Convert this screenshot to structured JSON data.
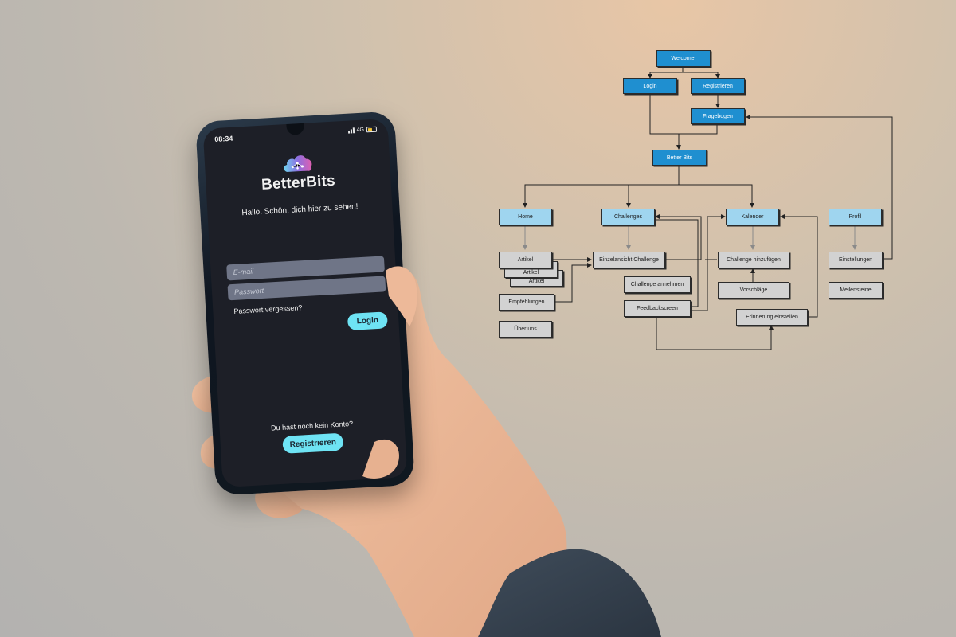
{
  "phone": {
    "status_time": "08:34",
    "network": "4G",
    "brand_name": "BetterBits",
    "greeting": "Hallo! Schön, dich hier zu sehen!",
    "email_placeholder": "E-mail",
    "password_placeholder": "Passwort",
    "forgot_password": "Passwort vergessen?",
    "login_label": "Login",
    "no_account": "Du hast noch kein Konto?",
    "register_label": "Registrieren"
  },
  "flowchart": {
    "welcome": "Welcome!",
    "login": "Login",
    "registrieren": "Registrieren",
    "fragebogen": "Fragebogen",
    "better_bits": "Better Bits",
    "home": "Home",
    "challenges": "Challenges",
    "kalender": "Kalender",
    "profil": "Profil",
    "artikel": "Artikel",
    "artikel_2": "Artikel",
    "artikel_3": "Artikel",
    "empfehlungen": "Empfehlungen",
    "ueber_uns": "Über uns",
    "einzelansicht": "Einzelansicht Challenge",
    "challenge_annehmen": "Challenge annehmen",
    "feedbackscreen": "Feedbackscreen",
    "challenge_hinzufuegen": "Challenge hinzufügen",
    "vorschlaege": "Vorschläge",
    "erinnerung": "Erinnerung einstellen",
    "einstellungen": "Einstellungen",
    "meilensteine": "Meilensteine"
  },
  "colors": {
    "node_dark": "#1f8fd0",
    "node_light": "#9fd5ef",
    "node_gray": "#d2d2d2",
    "accent_button": "#6ee3f4",
    "phone_screen": "#1d1f27"
  }
}
